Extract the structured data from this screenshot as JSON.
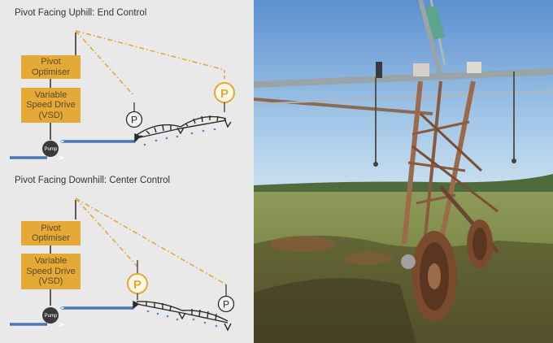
{
  "colors": {
    "panel_bg": "#e9e9ea",
    "box": "#e4a937",
    "box_text": "#5a4a2a",
    "signal_line": "#e4a937",
    "water_pipe": "#4a77b4",
    "pump": "#3a3a3a",
    "pivot_frame": "#2b2b2b",
    "sprinkler": "#4a8ad4"
  },
  "diagrams": [
    {
      "heading": "Pivot Facing Uphill: End Control",
      "optimiser": [
        "Pivot",
        "Optimiser"
      ],
      "vsd": [
        "Variable",
        "Speed Drive",
        "(VSD)"
      ],
      "pump_label": "Pump",
      "sensors": [
        "P",
        "P"
      ]
    },
    {
      "heading": "Pivot Facing Downhill: Center Control",
      "optimiser": [
        "Pivot",
        "Optimiser"
      ],
      "vsd": [
        "Variable",
        "Speed Drive",
        "(VSD)"
      ],
      "pump_label": "Pump",
      "sensors": [
        "P",
        "P"
      ]
    }
  ],
  "photo": {
    "icons": [
      "center-pivot-irrigation-tower-icon",
      "pasture-field-icon",
      "sky-icon"
    ]
  }
}
